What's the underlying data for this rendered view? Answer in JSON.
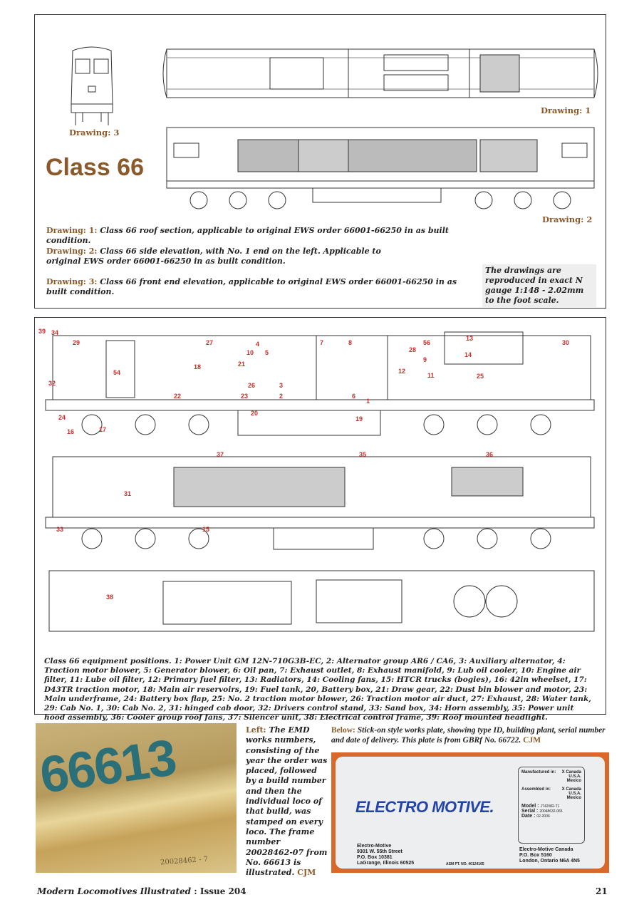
{
  "top": {
    "title": "Class 66",
    "drawing_labels": {
      "d1": "Drawing: 1",
      "d2": "Drawing: 2",
      "d3": "Drawing: 3"
    },
    "captions": [
      {
        "label": "Drawing: 1:",
        "text": "Class 66 roof section, applicable to original EWS order 66001-66250 in as built condition."
      },
      {
        "label": "Drawing: 2:",
        "text": "Class 66 side elevation, with No. 1 end on the left. Applicable to original EWS order 66001-66250 in as built condition."
      },
      {
        "label": "Drawing: 3:",
        "text": "Class 66 front end elevation, applicable to original EWS order 66001-66250 in as built condition."
      }
    ],
    "scale_note": "The drawings are reproduced in exact N gauge 1:148 - 2.02mm to the foot scale."
  },
  "equipment": {
    "labels": [
      "39",
      "34",
      "29",
      "54",
      "32",
      "22",
      "24",
      "16",
      "17",
      "27",
      "18",
      "21",
      "10",
      "4",
      "5",
      "26",
      "23",
      "2",
      "3",
      "20",
      "7",
      "8",
      "6",
      "12",
      "19",
      "28",
      "56",
      "9",
      "11",
      "13",
      "14",
      "25",
      "30",
      "31",
      "37",
      "35",
      "36",
      "15",
      "33",
      "38",
      "1"
    ],
    "caption": "Class 66 equipment positions. 1: Power Unit GM 12N-710G3B-EC, 2: Alternator group AR6 / CA6, 3: Auxiliary alternator, 4: Traction motor blower, 5: Generator blower, 6: Oil pan, 7: Exhaust outlet, 8: Exhaust manifold, 9: Lub oil cooler, 10: Engine air filter, 11: Lube oil filter, 12: Primary fuel filter, 13: Radiators, 14: Cooling fans, 15: HTCR trucks (bogies), 16: 42in wheelset, 17: D43TR traction motor, 18: Main air reservoirs, 19: Fuel tank, 20, Battery box, 21: Draw gear, 22: Dust bin blower and motor, 23: Main underframe, 24: Battery box flap, 25: No. 2 traction motor blower, 26: Traction motor air duct, 27: Exhaust, 28: Water tank, 29: Cab No. 1, 30: Cab No. 2, 31: hinged cab door, 32: Drivers control stand, 33: Sand box, 34: Horn assembly, 35: Power unit hood assembly, 36: Cooler group roof fans, 37: Silencer unit, 38: Electrical control frame, 39: Roof mounted headlight."
  },
  "photo_left": {
    "number": "66613",
    "frame_number": "20028462 - 7",
    "caption_head": "Left:",
    "caption": "The EMD works numbers, consisting of the year the order was placed, followed by a build number and then the individual loco of that build, was stamped on every loco. The frame number 20028462-07 from No. 66613 is illustrated.",
    "credit": "CJM"
  },
  "plate": {
    "caption_head": "Below:",
    "caption": "Stick-on style works plate, showing type ID, building plant, serial number and date of delivery. This plate is from GBRf No. 66722.",
    "credit": "CJM",
    "logo": "ELECTRO MOTIVE.",
    "manufactured_label": "Manufactured in:",
    "assembled_label": "Assembled in:",
    "countries": [
      "Canada",
      "U.S.A.",
      "Mexico"
    ],
    "checked": "X",
    "model_label": "Model :",
    "model": "JT42WR-T1",
    "serial_label": "Serial :",
    "serial": "20048632-065",
    "date_label": "Date :",
    "date": "02-2006",
    "address_us": [
      "Electro-Motive",
      "9301 W. 55th Street",
      "P.O. Box 10381",
      "LaGrange, Illinois 60525"
    ],
    "address_ca": [
      "Electro-Motive Canada",
      "P.O. Box 5160",
      "London, Ontario N6A 4N5"
    ],
    "part_no": "ASM PT. NO. 40124165",
    "colors": {
      "border": "#d9692a",
      "logo": "#2244a8"
    }
  },
  "footer": {
    "magazine": "Modern Locomotives Illustrated",
    "issue": ": Issue 204",
    "page": "21"
  }
}
